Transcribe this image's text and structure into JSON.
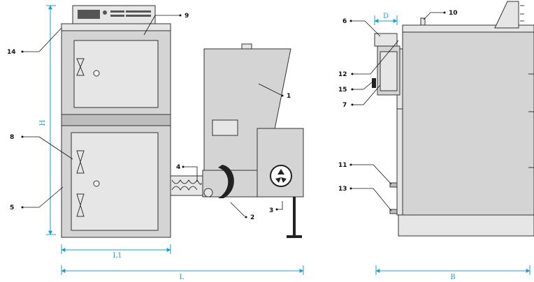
{
  "callouts": {
    "c1": "1",
    "c2": "2",
    "c3": "3",
    "c4": "4",
    "c5": "5",
    "c6": "6",
    "c7": "7",
    "c8": "8",
    "c9": "9",
    "c10": "10",
    "c11": "11",
    "c12": "12",
    "c13": "13",
    "c14": "14",
    "c15": "15"
  },
  "dimensions": {
    "height": "H",
    "length_boiler": "L1",
    "length_total": "L",
    "depth_panel": "D",
    "width_side": "B"
  },
  "colors": {
    "dimension_lines": "#1a9fd8",
    "body_fill": "#d4d4d4",
    "outline": "#333333"
  }
}
